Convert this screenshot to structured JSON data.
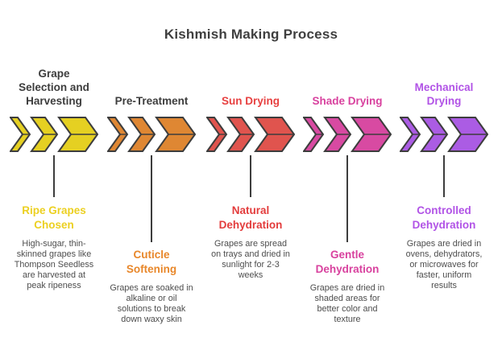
{
  "title": "Kishmish Making Process",
  "colors": {
    "outline": "#3d3d3d",
    "connector": "#3d3d3d",
    "title_text": "#3f3f3f",
    "description_text": "#4d4d4d",
    "background": "#ffffff"
  },
  "stages": [
    {
      "label": "Grape\nSelection and\nHarvesting",
      "label_color": "#3d3d3d",
      "chevron_color": "#e5d022",
      "subtitle": "Ripe Grapes\nChosen",
      "accent_color": "#ecd021",
      "description": "High-sugar, thin-\nskinned grapes like\nThompson Seedless\nare harvested at\npeak ripeness",
      "connector_length": "short"
    },
    {
      "label": "Pre-Treatment",
      "label_color": "#3d3d3d",
      "chevron_color": "#df8733",
      "subtitle": "Cuticle\nSoftening",
      "accent_color": "#e8872a",
      "description": "Grapes are soaked in\nalkaline or oil\nsolutions to break\ndown waxy skin",
      "connector_length": "long"
    },
    {
      "label": "Sun Drying",
      "label_color": "#e74040",
      "chevron_color": "#e0544e",
      "subtitle": "Natural\nDehydration",
      "accent_color": "#e33c3c",
      "description": "Grapes are spread\non trays and dried in\nsunlight for 2-3\nweeks",
      "connector_length": "short"
    },
    {
      "label": "Shade Drying",
      "label_color": "#d8419e",
      "chevron_color": "#d84aa2",
      "subtitle": "Gentle\nDehydration",
      "accent_color": "#d8419e",
      "description": "Grapes are dried in\nshaded areas for\nbetter color and\ntexture",
      "connector_length": "long"
    },
    {
      "label": "Mechanical\nDrying",
      "label_color": "#b153e6",
      "chevron_color": "#ab5ce4",
      "subtitle": "Controlled\nDehydration",
      "accent_color": "#b153e6",
      "description": "Grapes are dried in\novens, dehydrators,\nor microwaves for\nfaster, uniform\nresults",
      "connector_length": "short"
    }
  ]
}
